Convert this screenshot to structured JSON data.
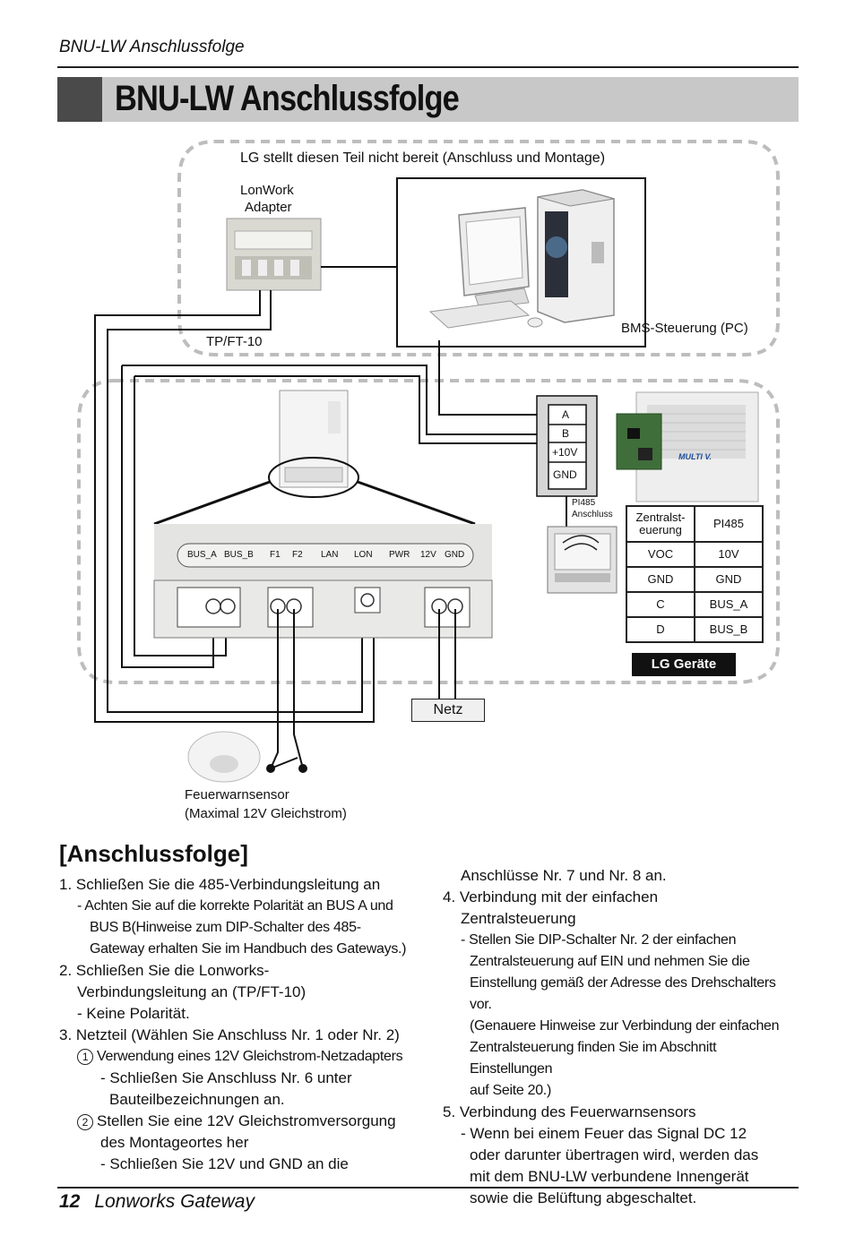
{
  "header": {
    "running_title": "BNU-LW Anschlussfolge"
  },
  "title": "BNU-LW Anschlussfolge",
  "diagram": {
    "top_note": "LG stellt diesen Teil nicht bereit (Anschluss und Montage)",
    "adapter_label_1": "LonWork",
    "adapter_label_2": "Adapter",
    "bms_label": "BMS-Steuerung (PC)",
    "tp_label": "TP/FT-10",
    "terminal_labels": [
      "BUS_A",
      "BUS_B",
      "F1",
      "F2",
      "LAN",
      "LON",
      "PWR",
      "12V",
      "GND"
    ],
    "pi485_block": [
      "A",
      "B",
      "+10V",
      "GND"
    ],
    "pi485_label_1": "PI485",
    "pi485_label_2": "Anschluss",
    "mapping_table": {
      "headers": [
        "Zentralst-euerung",
        "PI485"
      ],
      "rows": [
        [
          "VOC",
          "10V"
        ],
        [
          "GND",
          "GND"
        ],
        [
          "C",
          "BUS_A"
        ],
        [
          "D",
          "BUS_B"
        ]
      ]
    },
    "lg_devices_label": "LG Geräte",
    "netz_label": "Netz",
    "sensor_label_1": "Feuerwarnsensor",
    "sensor_label_2": "(Maximal 12V Gleichstrom)",
    "multiv_logo": "MULTI V."
  },
  "section": {
    "title": "[Anschlussfolge]",
    "left": {
      "l1": "1. Schließen Sie die 485-Verbindungsleitung an",
      "l1a": "- Achten Sie auf die korrekte Polarität an BUS A und",
      "l1b": "BUS B(Hinweise zum DIP-Schalter des 485-",
      "l1c": "Gateway erhalten Sie im Handbuch des Gateways.)",
      "l2": "2. Schließen Sie die Lonworks-",
      "l2a": "Verbindungsleitung an (TP/FT-10)",
      "l2b": "- Keine Polarität.",
      "l3": "3. Netzteil (Wählen Sie Anschluss Nr. 1 oder Nr. 2)",
      "l3_1_num": "1",
      "l3_1": "Verwendung eines 12V Gleichstrom-Netzadapters",
      "l3_1a": "- Schließen Sie Anschluss Nr. 6 unter",
      "l3_1b": "Bauteilbezeichnungen an.",
      "l3_2_num": "2",
      "l3_2": "Stellen Sie eine 12V Gleichstromversorgung",
      "l3_2a": "des Montageortes her",
      "l3_2b": "- Schließen Sie 12V und GND an die"
    },
    "right": {
      "r0": "Anschlüsse Nr. 7 und Nr. 8 an.",
      "r4": "4. Verbindung mit der einfachen",
      "r4a": "Zentralsteuerung",
      "r4b": "- Stellen Sie DIP-Schalter Nr. 2 der einfachen",
      "r4c": "Zentralsteuerung auf EIN und nehmen Sie die",
      "r4d": "Einstellung gemäß der Adresse des Drehschalters vor.",
      "r4e": "(Genauere Hinweise zur Verbindung der einfachen",
      "r4f": "Zentralsteuerung finden Sie im Abschnitt Einstellungen",
      "r4g": "auf Seite 20.)",
      "r5": "5. Verbindung des Feuerwarnsensors",
      "r5a": "- Wenn bei einem Feuer das Signal DC 12",
      "r5b": "oder darunter übertragen wird, werden das",
      "r5c": "mit dem BNU-LW verbundene Innengerät",
      "r5d": "sowie die Belüftung abgeschaltet."
    }
  },
  "footer": {
    "page_number": "12",
    "doc_title": "Lonworks Gateway"
  },
  "colors": {
    "title_bar": "#c8c8c8",
    "title_block": "#4a4a4a",
    "dashed": "#bdbdbd"
  }
}
